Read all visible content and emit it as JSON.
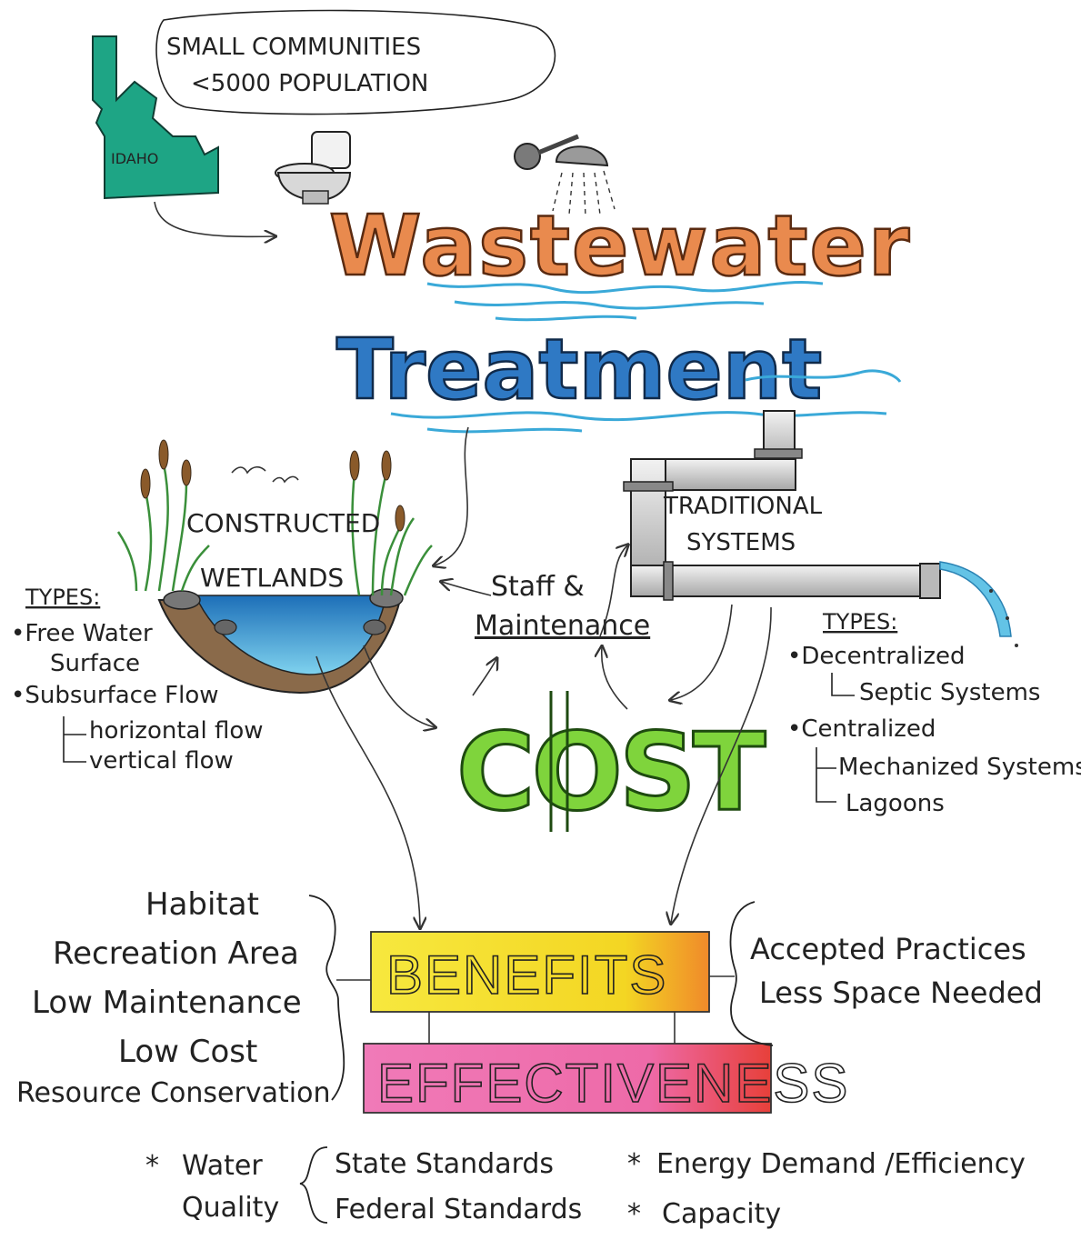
{
  "header": {
    "region_label": "IDAHO",
    "scope_line1": "SMALL COMMUNITIES",
    "scope_line2": "<5000 POPULATION"
  },
  "title": {
    "word1": "Wastewater",
    "word2": "Treatment"
  },
  "wetlands": {
    "label_line1": "CONSTRUCTED",
    "label_line2": "WETLANDS",
    "types_heading": "TYPES:",
    "type1_line1": "Free Water",
    "type1_line2": "Surface",
    "type2": "Subsurface Flow",
    "type2_sub1": "horizontal flow",
    "type2_sub2": "vertical flow"
  },
  "traditional": {
    "label_line1": "TRADITIONAL",
    "label_line2": "SYSTEMS",
    "types_heading": "TYPES:",
    "type1": "Decentralized",
    "type1_sub1": "Septic Systems",
    "type2": "Centralized",
    "type2_sub1": "Mechanized Systems",
    "type2_sub2": "Lagoons"
  },
  "staff": {
    "line1": "Staff &",
    "line2": "Maintenance"
  },
  "cost": {
    "label": "COST"
  },
  "benefits_box": {
    "label": "BENEFITS"
  },
  "effectiveness_box": {
    "label": "EFFECTIVENESS"
  },
  "left_benefits": {
    "items": [
      "Habitat",
      "Recreation Area",
      "Low Maintenance",
      "Low Cost",
      "Resource Conservation"
    ]
  },
  "right_benefits": {
    "items": [
      "Accepted Practices",
      "Less Space Needed"
    ]
  },
  "criteria": {
    "water_line1": "Water",
    "water_line2": "Quality",
    "state": "State Standards",
    "federal": "Federal Standards",
    "energy": "Energy Demand /Efficiency",
    "capacity": "Capacity",
    "asterisk": "*"
  },
  "colors": {
    "idaho": "#1ea585",
    "wastewater": "#e98a4e",
    "treatment": "#2f79c4",
    "water": "#63c3e6",
    "cost": "#7fd43c",
    "benefits": "#f6e23a",
    "effectiveness": "#ee5fa8"
  }
}
